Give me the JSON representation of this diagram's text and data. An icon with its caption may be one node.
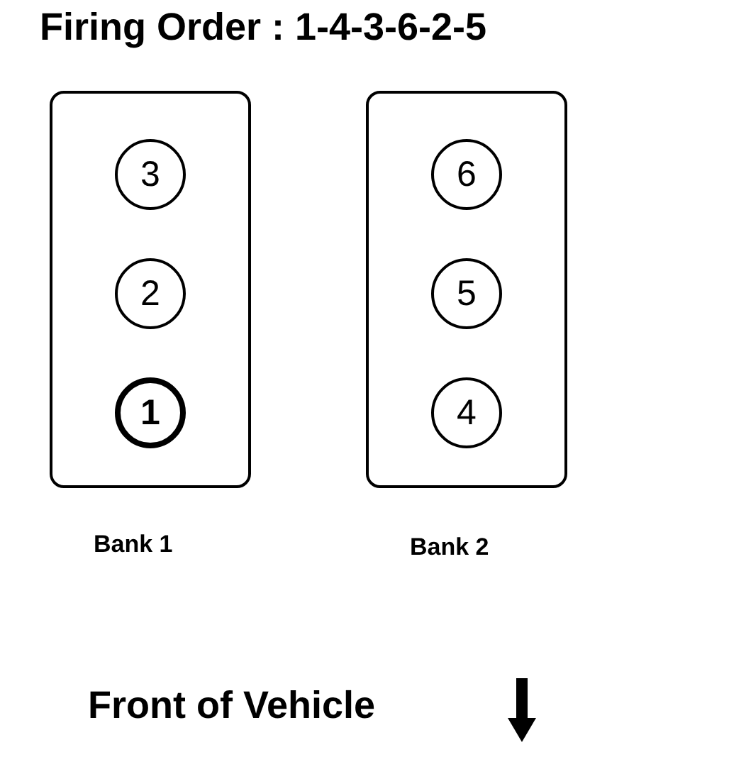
{
  "diagram": {
    "title": "Firing Order : 1-4-3-6-2-5",
    "nodes": [
      {
        "text": [
          "Bank 1"
        ]
      },
      {
        "text": [
          "3"
        ],
        "in": 0
      },
      {
        "text": [
          "2"
        ],
        "in": 0
      },
      {
        "text": [
          "1"
        ],
        "in": 0
      },
      {
        "text": [
          "Bank 2"
        ]
      },
      {
        "text": [
          "6"
        ],
        "in": 4
      },
      {
        "text": [
          "5"
        ],
        "in": 4
      },
      {
        "text": [
          "4"
        ],
        "in": 4
      }
    ],
    "edges": [],
    "labels": [
      "Front of Vehicle"
    ]
  }
}
